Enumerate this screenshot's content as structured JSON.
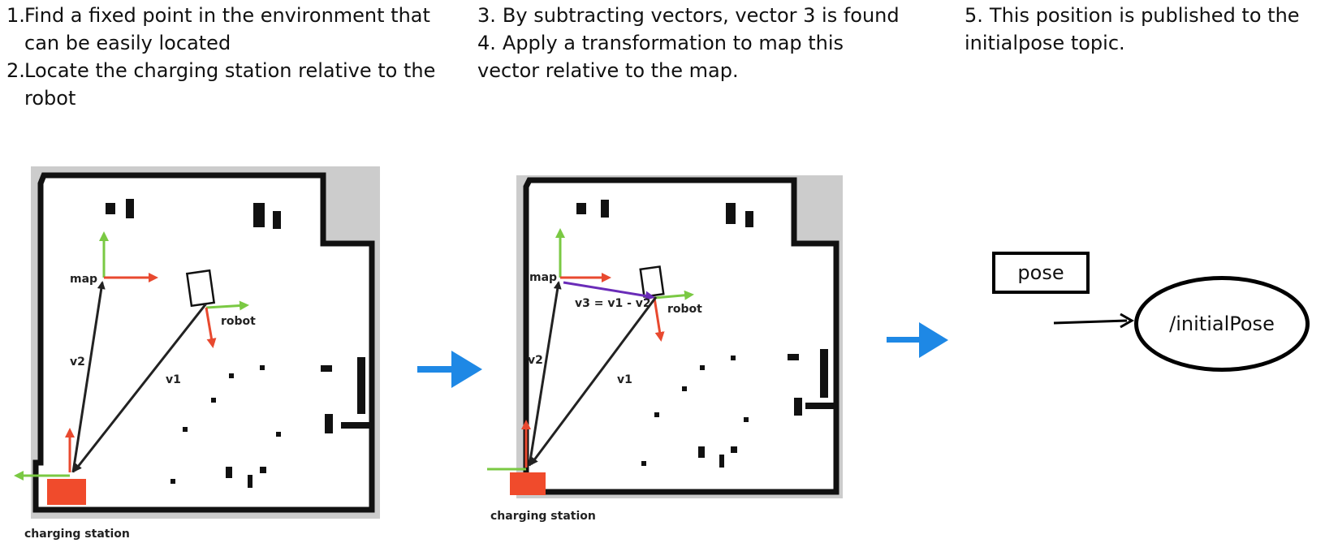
{
  "steps": {
    "col1": [
      {
        "num": "1.",
        "text": "Find a fixed point in the environment that can be easily located"
      },
      {
        "num": "2.",
        "text": "Locate the charging station relative to the robot"
      }
    ],
    "col2": [
      {
        "num": "3.",
        "text": "By subtracting vectors, vector 3 is found"
      },
      {
        "num": "4.",
        "text": "Apply a transformation to map this vector relative to the map."
      }
    ],
    "col3": [
      {
        "num": "5.",
        "text": "This position is published to the initialpose topic."
      }
    ]
  },
  "panel1": {
    "label_map": "map",
    "label_robot": "robot",
    "label_v1": "v1",
    "label_v2": "v2",
    "label_station": "charging station"
  },
  "panel2": {
    "label_map": "map",
    "label_robot": "robot",
    "label_v1": "v1",
    "label_v2": "v2",
    "label_v3": "v3 = v1 - v2",
    "label_station": "charging station"
  },
  "publish": {
    "pose_label": "pose",
    "topic_label": "/initialPose"
  },
  "icons": {
    "flow_arrow": "right-arrow-icon",
    "map_axes": "coordinate-axes-icon",
    "robot": "robot-box-icon"
  },
  "colors": {
    "x_axis": "#e8492f",
    "y_axis": "#7ac943",
    "station": "#f04b2c",
    "flow_arrow": "#1e88e5",
    "vector": "#222222",
    "v3": "#6a2cb8",
    "map_bg": "#cccccc"
  }
}
